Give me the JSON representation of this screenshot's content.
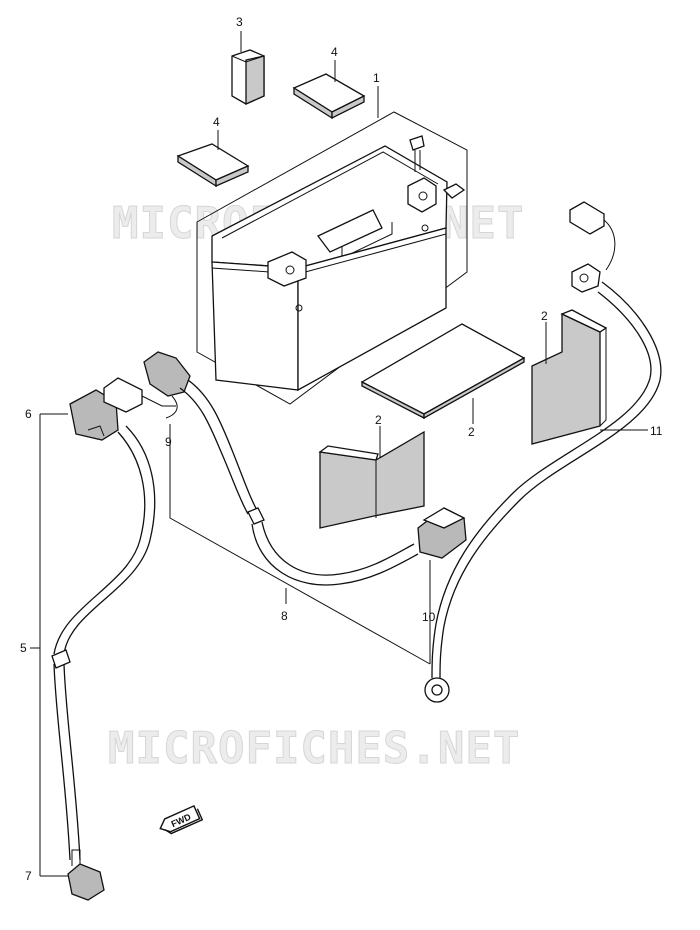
{
  "watermark": {
    "top": "MICROFICHES.NET",
    "bottom": "MICROFICHES.NET"
  },
  "direction_badge": "FWD",
  "callouts": {
    "c1": "1",
    "c2a": "2",
    "c2b": "2",
    "c2c": "2",
    "c3": "3",
    "c4a": "4",
    "c4b": "4",
    "c5": "5",
    "c6": "6",
    "c7": "7",
    "c8": "8",
    "c9": "9",
    "c10": "10",
    "c11": "11"
  },
  "colors": {
    "line": "#111111",
    "shade": "#c9c9c9",
    "watermark_fill": "#ececec"
  }
}
